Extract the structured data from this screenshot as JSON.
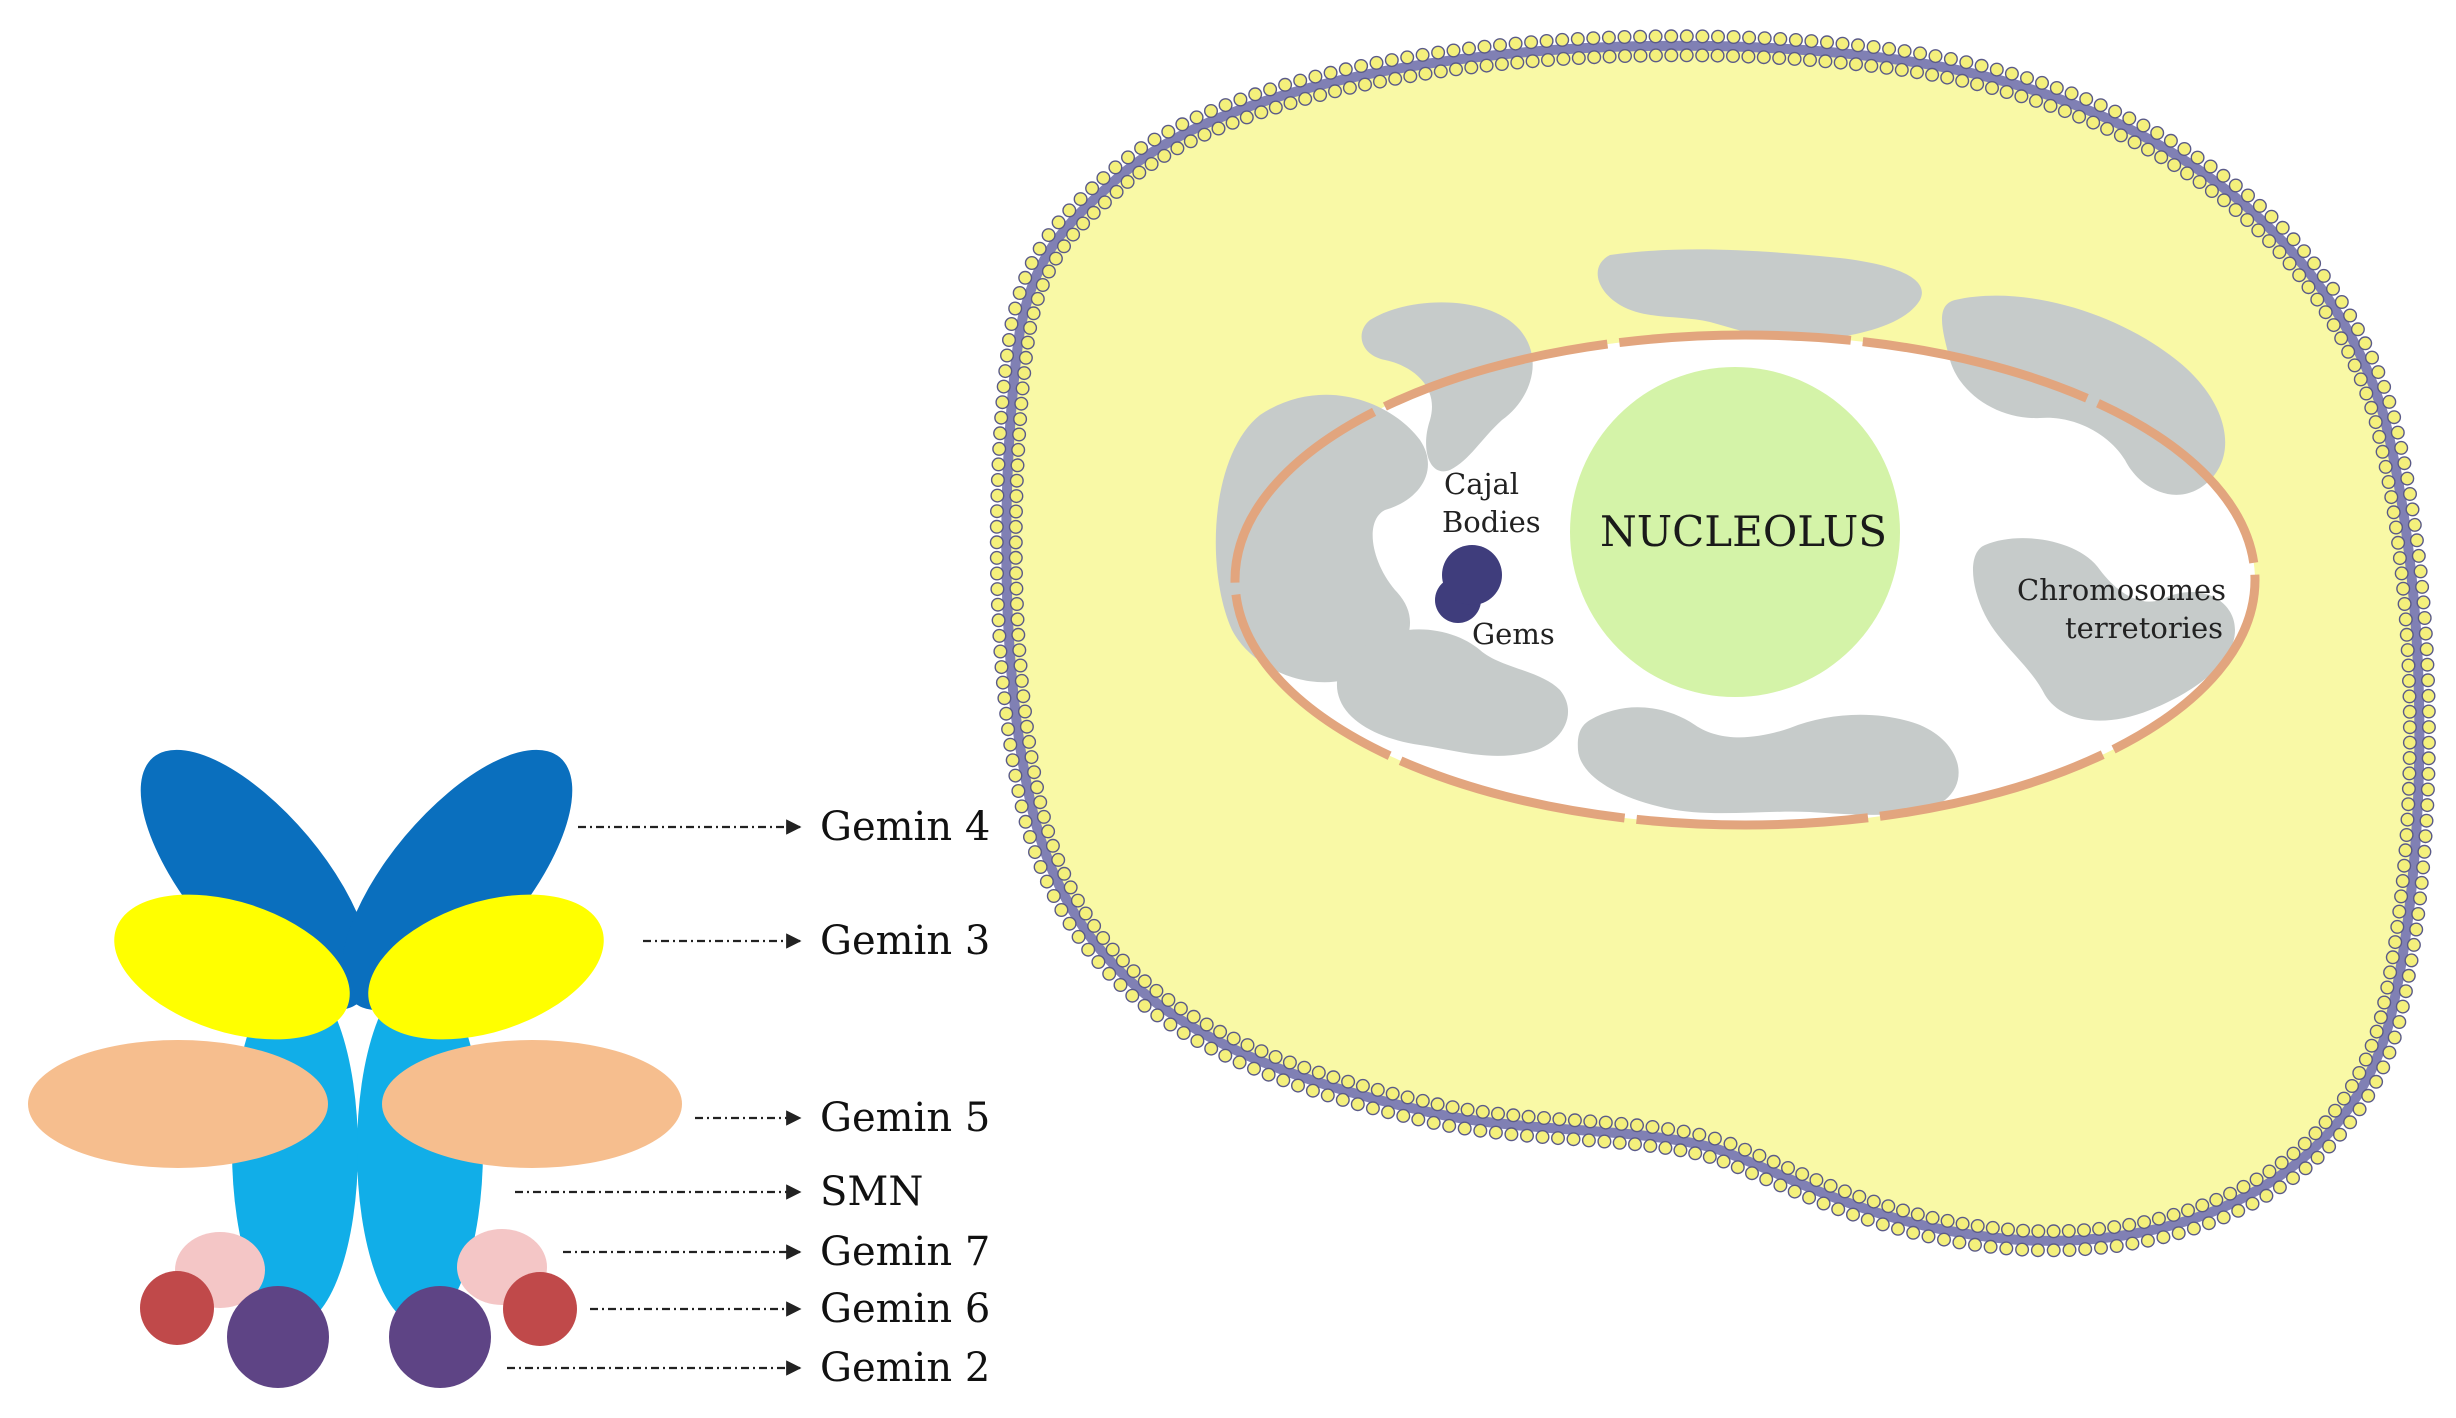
{
  "complex": {
    "labels": {
      "gemin4": "Gemin 4",
      "gemin3": "Gemin 3",
      "gemin5": "Gemin 5",
      "smn": "SMN",
      "gemin7": "Gemin 7",
      "gemin6": "Gemin 6",
      "gemin2": "Gemin 2"
    },
    "colors": {
      "gemin4": "#0a6fbe",
      "gemin3": "#ffff00",
      "gemin5": "#f6be8e",
      "smn": "#11aee8",
      "gemin7": "#f4c6c6",
      "gemin6": "#c0494a",
      "gemin2": "#5e4485",
      "arrow": "#222222"
    }
  },
  "cell": {
    "labels": {
      "nucleolus": "NUCLEOLUS",
      "cajal_line1": "Cajal",
      "cajal_line2": "Bodies",
      "gems": "Gems",
      "chromosomes_line1": "Chromosomes",
      "chromosomes_line2": "terretories"
    },
    "colors": {
      "cytoplasm": "#f9f9a6",
      "membrane_band": "#8080b4",
      "membrane_bead": "#f4f07c",
      "nuclear_envelope": "#e2a57e",
      "nucleoplasm": "#ffffff",
      "chromatin": "#c6cbca",
      "nucleolus": "#d4f3a8",
      "bodies": "#3f3d7c"
    }
  }
}
